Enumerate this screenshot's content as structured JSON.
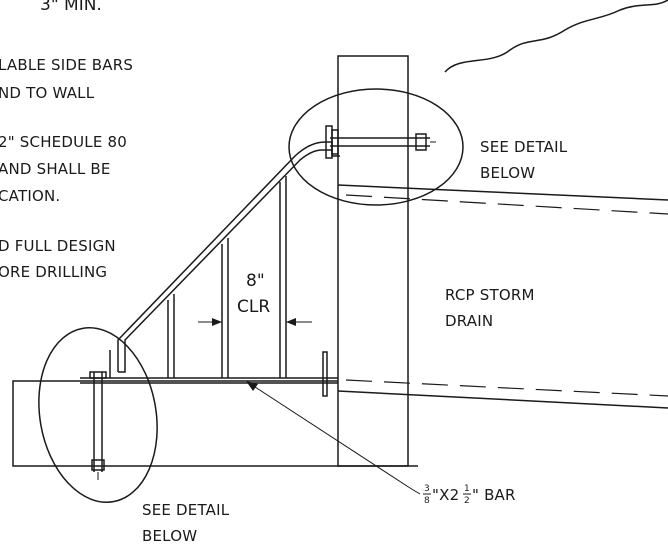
{
  "notes": {
    "top_partial": "3\" MIN.",
    "line1": "LABLE SIDE BARS",
    "line2": "ND TO WALL",
    "line3": "2\" SCHEDULE 80",
    "line4": "AND SHALL BE",
    "line5": "CATION.",
    "line6": "D FULL DESIGN",
    "line7": "ORE DRILLING"
  },
  "labels": {
    "see_detail_top_1": "SEE DETAIL",
    "see_detail_top_2": "BELOW",
    "see_detail_bottom_1": "SEE DETAIL",
    "see_detail_bottom_2": "BELOW",
    "clear_spacing_1": "8\"",
    "clear_spacing_2": "CLR",
    "drain_1": "RCP STORM",
    "drain_2": "DRAIN",
    "bar_num": "3",
    "bar_den": "8",
    "bar_mid": "\"X2",
    "bar_frac_num": "1",
    "bar_frac_den": "2",
    "bar_end": "\" BAR"
  }
}
